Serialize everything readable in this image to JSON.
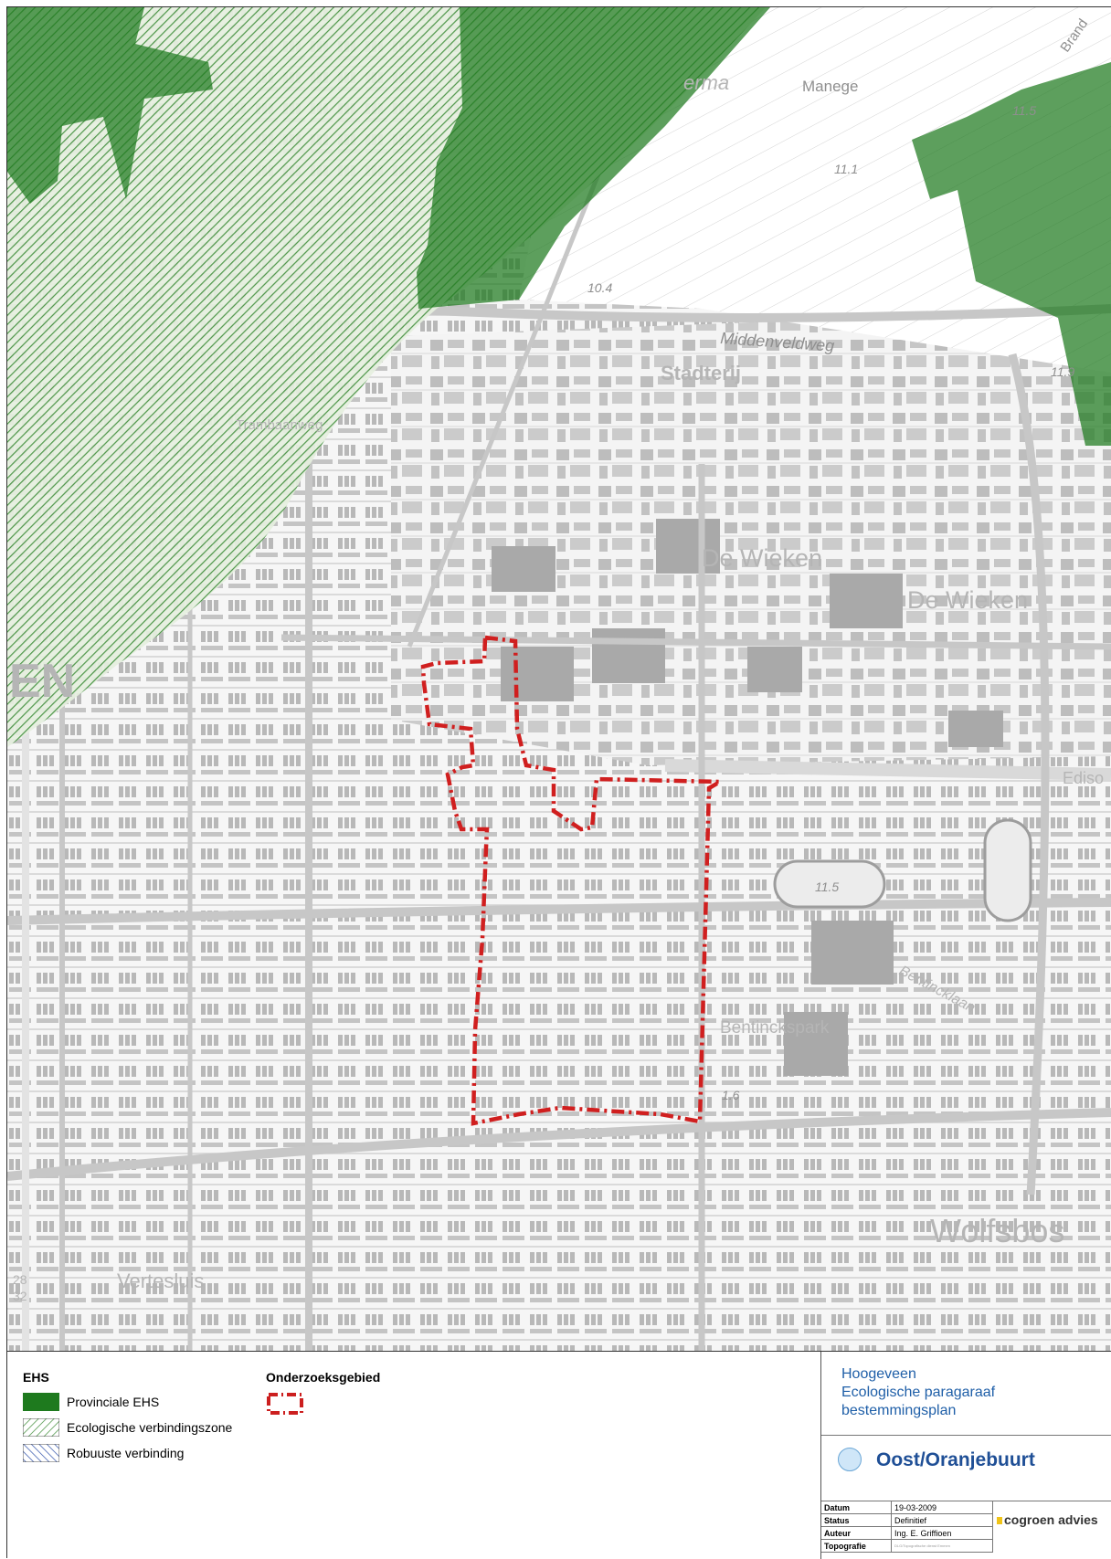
{
  "map": {
    "labels": {
      "manege": "Manege",
      "brand": "Brand",
      "middenveldweg": "Middenveldweg",
      "stadterij": "Stadterij",
      "trambaanweg": "Trambaanweg",
      "de_wieken_1": "De Wieken",
      "de_wieken_2": "De Wieken",
      "ediso": "Ediso",
      "bentinckspark": "Bentinckspark",
      "bentinckslaan": "Bentincklaan",
      "wolfsbos": "Wolfsbos",
      "verlengde": "Vertesluis",
      "en": "EN",
      "perma": "erma",
      "h_11_5a": "11.5",
      "h_11_1": "11.1",
      "h_10_4": "10.4",
      "h_11_9": "11.9",
      "h_11_5b": "11.5",
      "h_1_6": "1.6",
      "h_28": "28",
      "h_32": "32"
    }
  },
  "legend": {
    "ehs_title": "EHS",
    "items": [
      {
        "label": "Provinciale EHS",
        "color": "#1e7a1e"
      },
      {
        "label": "Ecologische verbindingszone",
        "color": "#2f8f2f"
      },
      {
        "label": "Robuuste verbinding",
        "color": "#2b4ea8"
      }
    ],
    "study_title": "Onderzoeksgebied",
    "study_color": "#cc1f1f"
  },
  "titleblock": {
    "project_line1": "Hoogeveen",
    "project_line2": "Ecologische paragaraaf",
    "project_line3": "bestemmingsplan",
    "name": "Oost/Oranjebuurt",
    "meta": [
      {
        "key": "Datum",
        "value": "19-03-2009"
      },
      {
        "key": "Status",
        "value": "Definitief"
      },
      {
        "key": "Auteur",
        "value": "Ing. E. Griffioen"
      },
      {
        "key": "Topografie",
        "value": "DLG/Topografische dienst Emmen"
      }
    ],
    "logo": "cogroen advies"
  }
}
